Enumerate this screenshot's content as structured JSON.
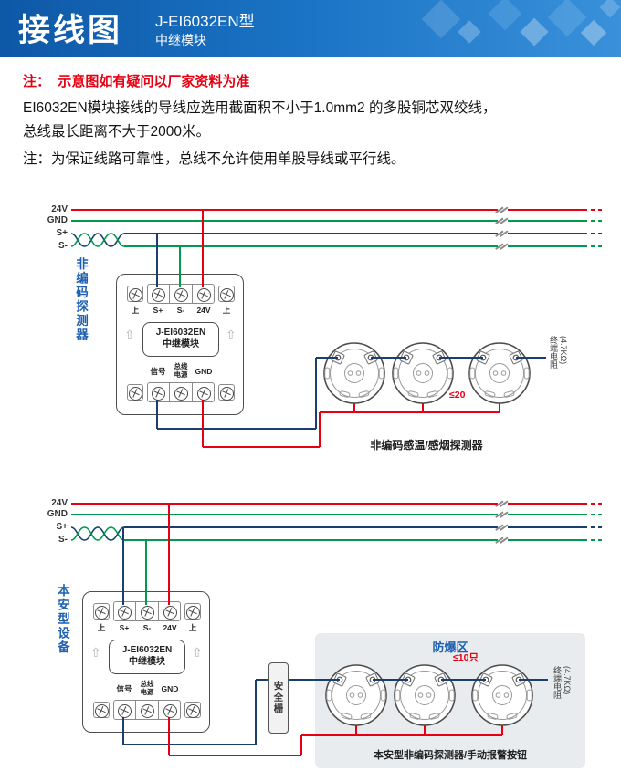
{
  "header": {
    "title": "接线图",
    "model": "J-EI6032EN型",
    "subtitle": "中继模块"
  },
  "notes": {
    "warning": "注：  示意图如有疑问以厂家资料为准",
    "line1": "EI6032EN模块接线的导线应选用截面积不小于1.0mm2 的多股铜芯双绞线，",
    "line2": "总线最长距离不大于2000米。",
    "line3": "注：为保证线路可靠性，总线不允许使用单股导线或平行线。"
  },
  "bus": {
    "labels": [
      "24V",
      "GND",
      "S+",
      "S-"
    ]
  },
  "module": {
    "name_line1": "J-EI6032EN",
    "name_line2": "中继模块",
    "top_terminals": [
      "上",
      "S+",
      "S-",
      "24V",
      "上"
    ],
    "bottom_terminals": [
      "信号",
      "总线电源",
      "GND"
    ]
  },
  "diagram1": {
    "side_label": "非编码探测器",
    "caption": "非编码感温/感烟探测器",
    "count": "≤20",
    "terminator": {
      "label": "终端电阻",
      "value": "(4.7KΩ)"
    }
  },
  "diagram2": {
    "side_label": "本安型设备",
    "zone": "防爆区",
    "barrier": "安全栅",
    "count": "≤10只",
    "caption": "本安型非编码探测器/手动报警按钮",
    "terminator": {
      "label": "终端电阻",
      "value": "(4.7KΩ)"
    }
  },
  "colors": {
    "red": "#e60012",
    "green": "#009a4e",
    "navy": "#1a3f6e",
    "blue_label": "#1c5fb0"
  }
}
